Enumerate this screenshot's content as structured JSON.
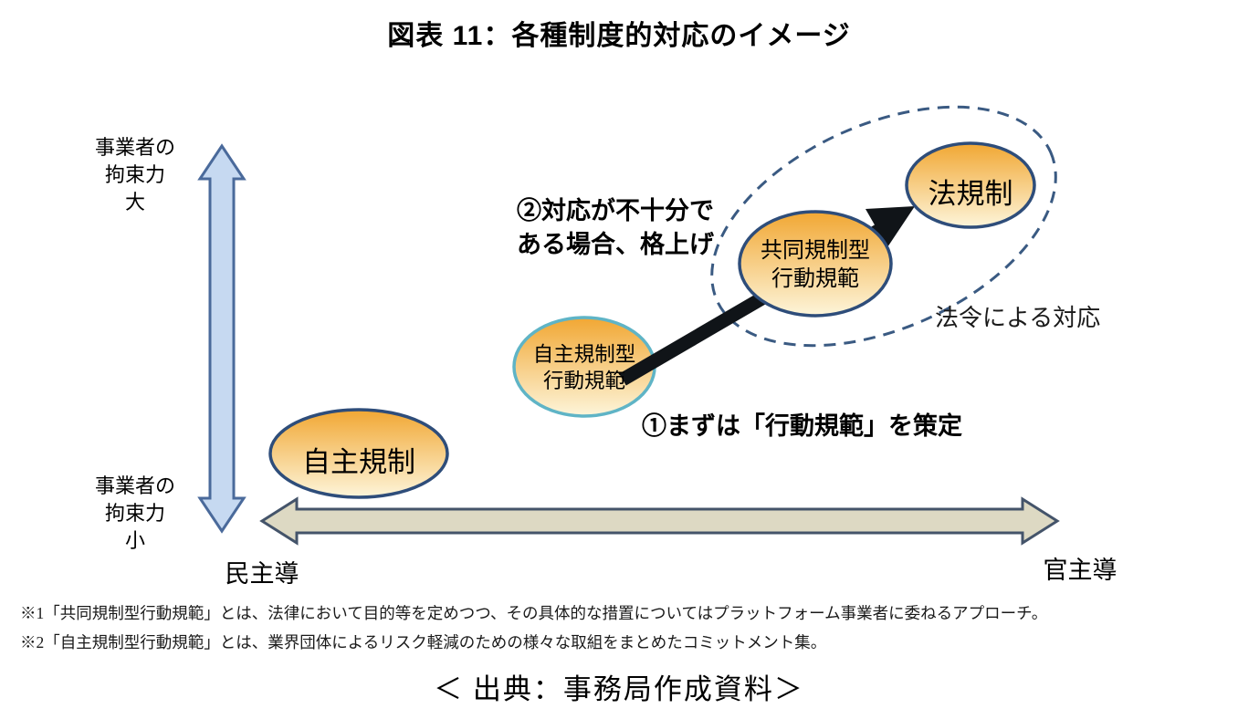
{
  "title": "図表 11：各種制度的対応のイメージ",
  "y_axis": {
    "top_label": "事業者の\n拘束力\n大",
    "bottom_label": "事業者の\n拘束力\n小"
  },
  "x_axis": {
    "left_label": "民主導",
    "right_label": "官主導"
  },
  "nodes": {
    "self_regulation": "自主規制",
    "self_regulation_code": "自主規制型\n行動規範",
    "co_regulation_code": "共同規制型\n行動規範",
    "legal_regulation": "法規制"
  },
  "annotations": {
    "step1": "①まずは「行動規範」を策定",
    "step2": "②対応が不十分で\nある場合、格上げ",
    "dashed_group_label": "法令による対応"
  },
  "footnotes": {
    "note1": "※1「共同規制型行動規範」とは、法律において目的等を定めつつ、その具体的な措置についてはプラットフォーム事業者に委ねるアプローチ。",
    "note2": "※2「自主規制型行動規範」とは、業界団体によるリスク軽減のための様々な取組をまとめたコミットメント集。"
  },
  "source": "＜ 出典：事務局作成資料＞",
  "colors": {
    "node_gradient_top": "#f1a733",
    "node_gradient_bottom": "#fdf5da",
    "node_border_navy": "#2e4d7a",
    "node_border_teal": "#5fb4c6",
    "dashed_ellipse_stroke": "#3a5a82",
    "vertical_arrow_fill": "#c6d9f1",
    "vertical_arrow_stroke": "#4a6a9b",
    "horizontal_arrow_fill": "#ddd9c3",
    "horizontal_arrow_stroke": "#44546a",
    "upgrade_arrow": "#101418"
  }
}
